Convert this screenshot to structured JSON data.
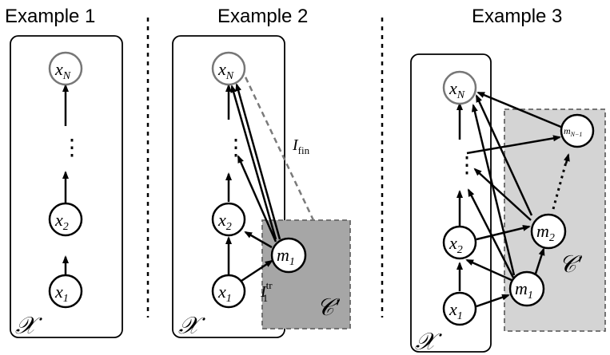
{
  "examples": [
    {
      "title": "Example 1"
    },
    {
      "title": "Example 2"
    },
    {
      "title": "Example 3"
    }
  ],
  "labels": {
    "x1": "x",
    "x1_sub": "1",
    "x2": "x",
    "x2_sub": "2",
    "xN": "x",
    "xN_sub": "N",
    "m1": "m",
    "m1_sub": "1",
    "m2": "m",
    "m2_sub": "2",
    "mN1": "m",
    "mN1_sub": "N−1",
    "X": "𝒳",
    "C": "𝒞′",
    "dots": "⋮",
    "I_fin": "I",
    "I_fin_sub": "fin",
    "I_tr": "I",
    "I_tr_sub": "1",
    "I_tr_sup": "tr"
  },
  "colors": {
    "node_stroke": "#000000",
    "top_node_stroke": "#777777",
    "shade_dark": "#a6a6a6",
    "shade_light": "#d4d4d4",
    "dashed_line": "#7a7a7a"
  }
}
